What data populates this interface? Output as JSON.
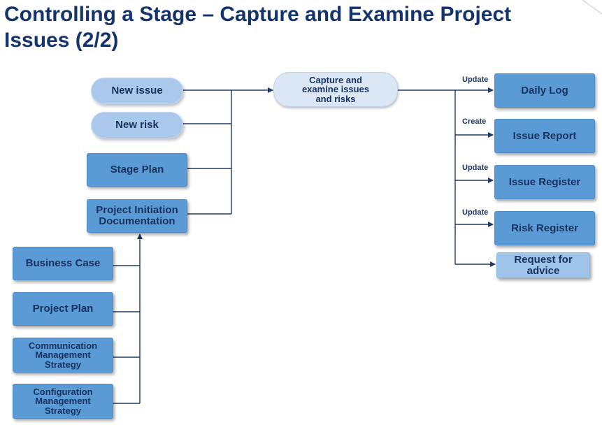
{
  "title": "Controlling a Stage – Capture and Examine Project Issues (2/2)",
  "inputs": {
    "new_issue": "New issue",
    "new_risk": "New risk",
    "stage_plan": "Stage Plan",
    "pid": "Project Initiation Documentation"
  },
  "pid_inputs": {
    "business_case": "Business Case",
    "project_plan": "Project Plan",
    "comm_strategy": "Communication Management Strategy",
    "config_strategy": "Configuration Management Strategy"
  },
  "process": {
    "label": "Capture and examine issues and risks"
  },
  "outputs": {
    "daily_log": "Daily Log",
    "issue_report": "Issue Report",
    "issue_register": "Issue Register",
    "risk_register": "Risk Register",
    "request_advice": "Request for advice"
  },
  "actions": {
    "daily_log": "Update",
    "issue_report": "Create",
    "issue_register": "Update",
    "risk_register": "Update"
  },
  "colors": {
    "title": "#14346b",
    "box": "#5b9bd5",
    "pill": "#a9c8ea",
    "process": "#dbe7f5",
    "line": "#1f3864"
  }
}
